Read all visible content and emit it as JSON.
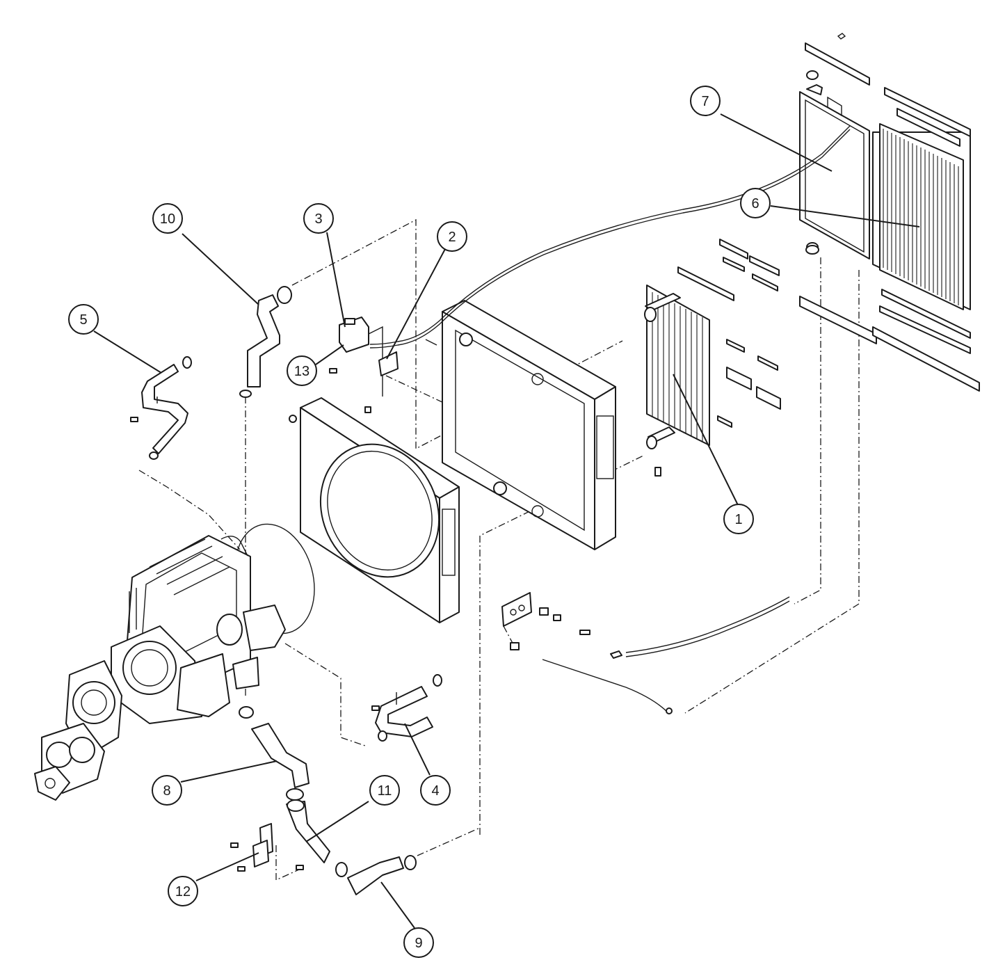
{
  "callouts": [
    {
      "id": "1",
      "label": "1"
    },
    {
      "id": "2",
      "label": "2"
    },
    {
      "id": "3",
      "label": "3"
    },
    {
      "id": "4",
      "label": "4"
    },
    {
      "id": "5",
      "label": "5"
    },
    {
      "id": "6",
      "label": "6"
    },
    {
      "id": "7",
      "label": "7"
    },
    {
      "id": "8",
      "label": "8"
    },
    {
      "id": "9",
      "label": "9"
    },
    {
      "id": "10",
      "label": "10"
    },
    {
      "id": "11",
      "label": "11"
    },
    {
      "id": "12",
      "label": "12"
    },
    {
      "id": "13",
      "label": "13"
    }
  ],
  "components": [
    {
      "callout": "1",
      "icon": "charge-air-cooler-icon"
    },
    {
      "callout": "2",
      "icon": "bracket-icon"
    },
    {
      "callout": "3",
      "icon": "expansion-tank-icon"
    },
    {
      "callout": "4",
      "icon": "coolant-hose-icon"
    },
    {
      "callout": "5",
      "icon": "coolant-hose-icon"
    },
    {
      "callout": "6",
      "icon": "core-icon"
    },
    {
      "callout": "7",
      "icon": "radiator-icon"
    },
    {
      "callout": "8",
      "icon": "hose-icon"
    },
    {
      "callout": "9",
      "icon": "hose-icon"
    },
    {
      "callout": "10",
      "icon": "hose-icon"
    },
    {
      "callout": "11",
      "icon": "tube-icon"
    },
    {
      "callout": "12",
      "icon": "bracket-icon"
    },
    {
      "callout": "13",
      "icon": "bolt-icon"
    }
  ],
  "style": {
    "line_color": "#1a1a1a",
    "background": "#ffffff"
  }
}
